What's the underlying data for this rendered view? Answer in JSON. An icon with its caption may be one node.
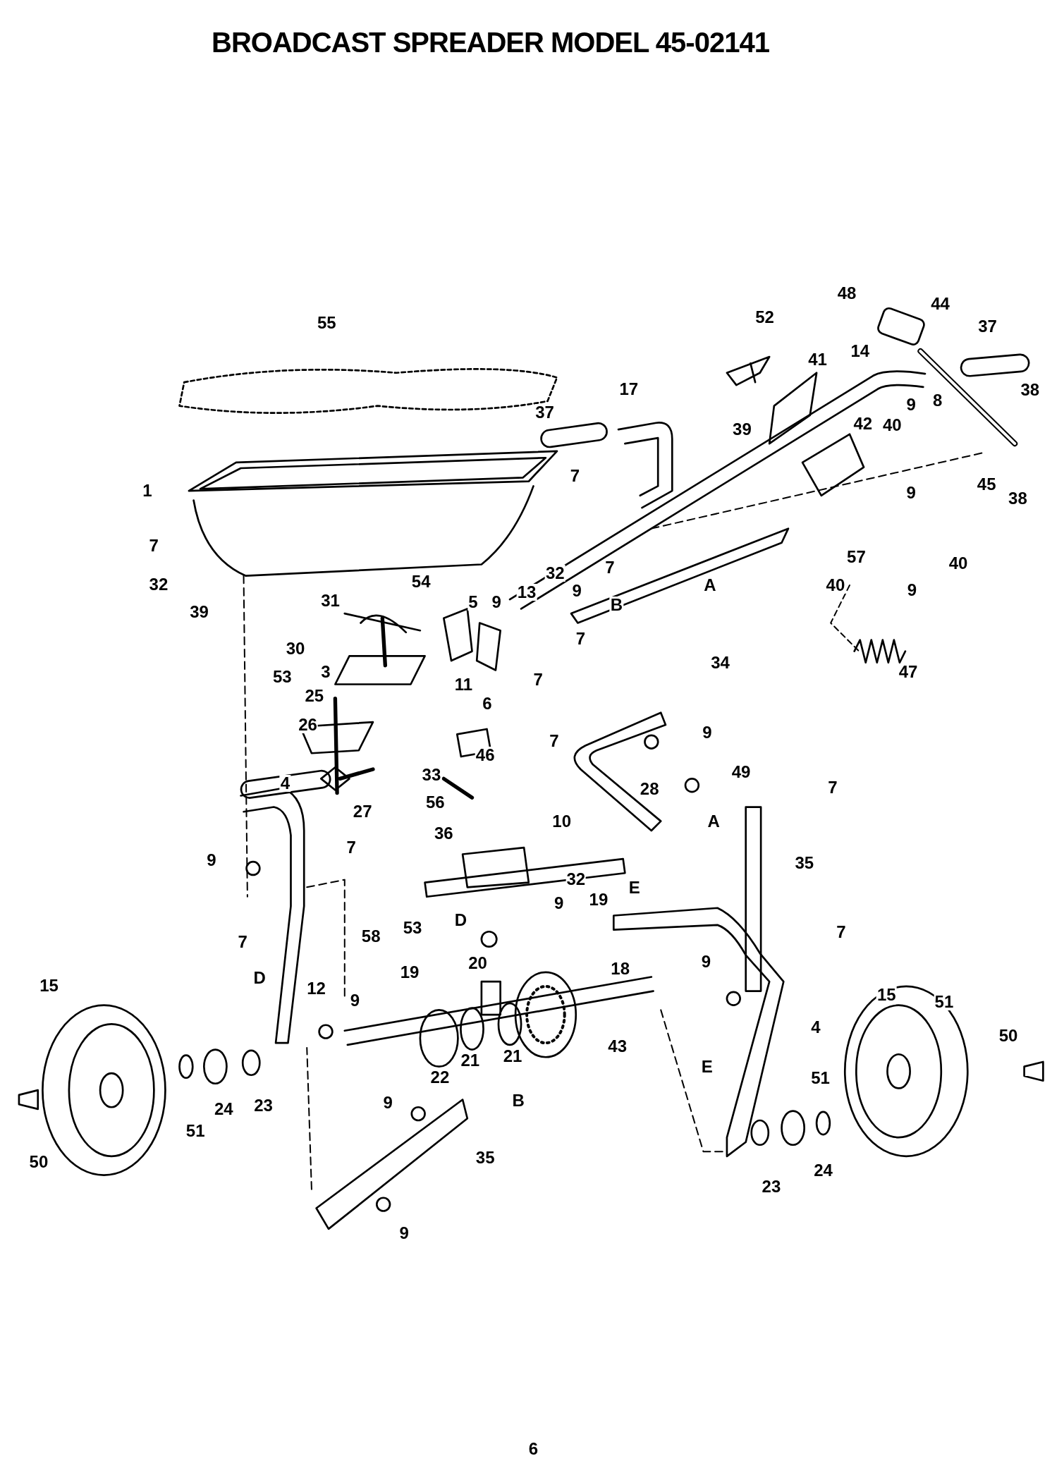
{
  "diagram": {
    "title": "BROADCAST SPREADER MODEL 45-02141",
    "labels": [
      "48",
      "44",
      "55",
      "52",
      "37",
      "41",
      "14",
      "17",
      "37",
      "9",
      "8",
      "38",
      "39",
      "42",
      "40",
      "7",
      "1",
      "45",
      "38",
      "9",
      "7",
      "7",
      "57",
      "40",
      "32",
      "40",
      "9",
      "39",
      "54",
      "32",
      "13",
      "9",
      "5",
      "9",
      "B",
      "A",
      "31",
      "30",
      "53",
      "3",
      "11",
      "6",
      "7",
      "7",
      "34",
      "47",
      "25",
      "26",
      "46",
      "9",
      "7",
      "4",
      "33",
      "49",
      "56",
      "27",
      "28",
      "7",
      "36",
      "10",
      "A",
      "7",
      "9",
      "35",
      "E",
      "D",
      "32",
      "9",
      "19",
      "53",
      "7",
      "58",
      "7",
      "18",
      "15",
      "D",
      "12",
      "9",
      "19",
      "20",
      "9",
      "15",
      "51",
      "4",
      "50",
      "43",
      "21",
      "21",
      "22",
      "24",
      "23",
      "E",
      "51",
      "51",
      "9",
      "B",
      "50",
      "35",
      "23",
      "24",
      "9",
      "6"
    ]
  }
}
